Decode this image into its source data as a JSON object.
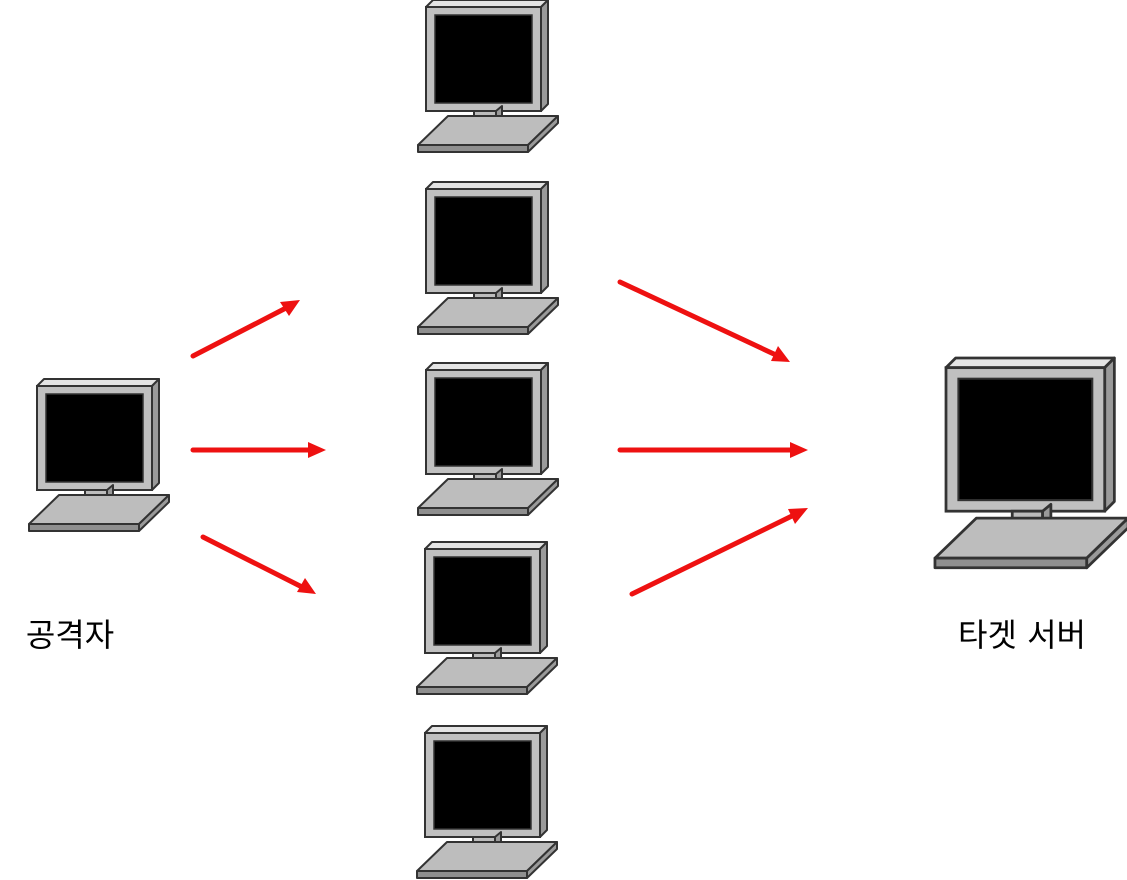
{
  "diagram": {
    "colors": {
      "arrow": "#ee1111",
      "screen": "#000000",
      "frame": "#c0c0c0",
      "frame_side": "#9a9a9a",
      "frame_top": "#e4e4e4",
      "outline": "#333333",
      "base": "#bdbdbd",
      "base_front": "#8f8f8f"
    },
    "nodes": {
      "attacker": {
        "label": "공격자",
        "icon": "computer-icon"
      },
      "zombies": [
        {
          "icon": "computer-icon"
        },
        {
          "icon": "computer-icon"
        },
        {
          "icon": "computer-icon"
        },
        {
          "icon": "computer-icon"
        },
        {
          "icon": "computer-icon"
        }
      ],
      "target": {
        "label": "타겟 서버",
        "icon": "computer-icon"
      }
    },
    "edges": [
      {
        "from": "attacker",
        "to": "zombie-2"
      },
      {
        "from": "attacker",
        "to": "zombie-3"
      },
      {
        "from": "attacker",
        "to": "zombie-4"
      },
      {
        "from": "zombie-2",
        "to": "target"
      },
      {
        "from": "zombie-3",
        "to": "target"
      },
      {
        "from": "zombie-4",
        "to": "target"
      }
    ]
  }
}
